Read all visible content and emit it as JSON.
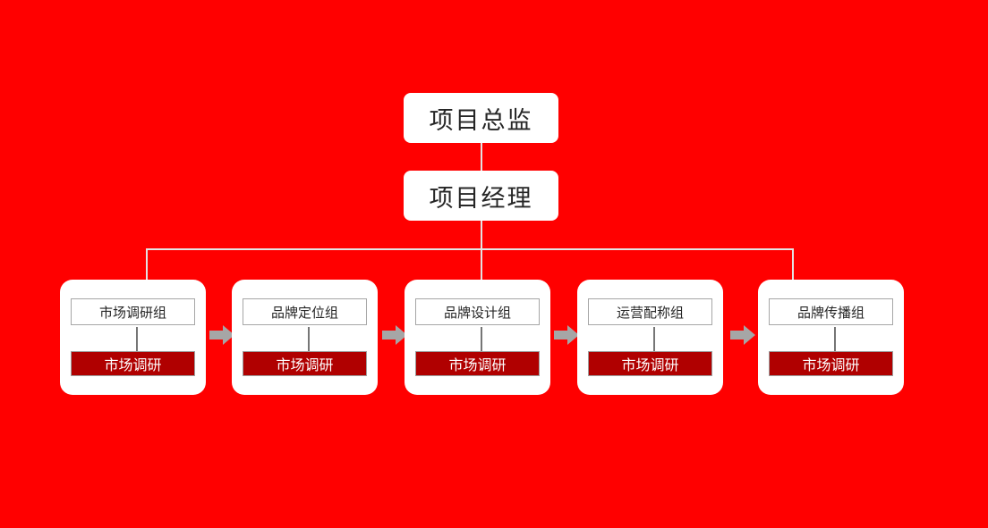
{
  "diagram": {
    "type": "organization-flow-chart",
    "background_color": "#FF0000",
    "card_fill": "#FFFFFF",
    "badge_color": "#B00000",
    "connector_color": "#E3E3E3",
    "flow_arrow_color": "#A6A6A6",
    "top_nodes": [
      {
        "label": "项目总监"
      },
      {
        "label": "项目经理"
      }
    ],
    "teams": [
      {
        "header": "市场调研组",
        "badge": "市场调研"
      },
      {
        "header": "品牌定位组",
        "badge": "市场调研"
      },
      {
        "header": "品牌设计组",
        "badge": "市场调研"
      },
      {
        "header": "运营配称组",
        "badge": "市场调研"
      },
      {
        "header": "品牌传播组",
        "badge": "市场调研"
      }
    ]
  }
}
